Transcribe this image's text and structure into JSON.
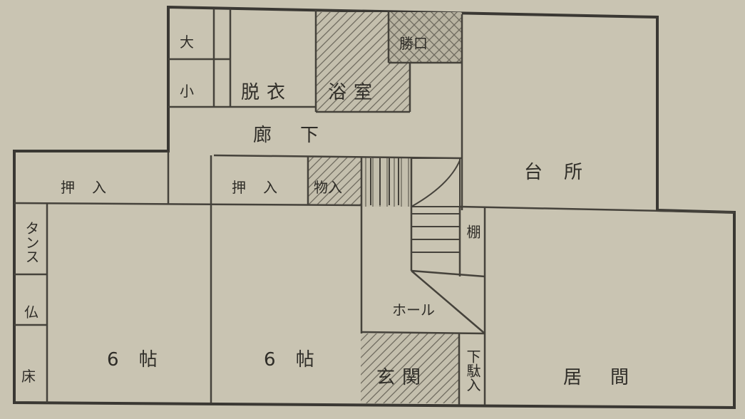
{
  "rooms": {
    "toilet_large": "大",
    "toilet_small": "小",
    "dressing": "脱衣",
    "bath": "浴室",
    "back_door": "勝口",
    "corridor": "廊下",
    "kitchen": "台所",
    "closet_left": "押入",
    "closet_mid": "押入",
    "storage": "物入",
    "tansu": "タンス",
    "butsudan": "仏",
    "toko": "床",
    "tatami6_left": "6 帖",
    "tatami6_mid": "6 帖",
    "hall": "ホール",
    "entrance": "玄関",
    "shoe_box": "下駄入",
    "shelf": "棚",
    "living": "居間"
  }
}
